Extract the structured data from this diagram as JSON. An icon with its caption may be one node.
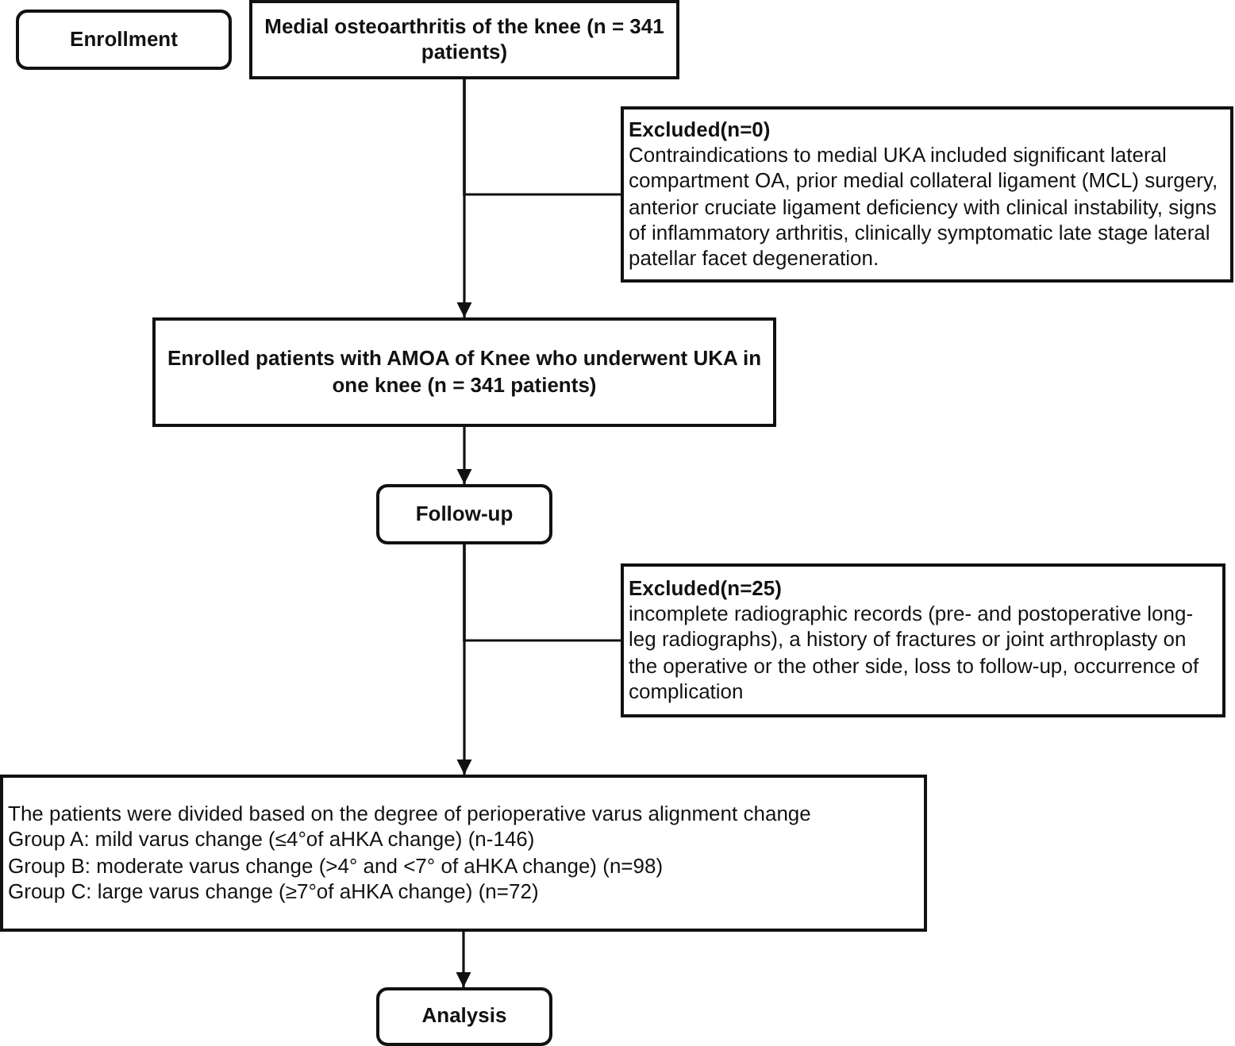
{
  "diagram": {
    "nodes": [
      {
        "text": [
          "Enrollment"
        ]
      },
      {
        "text": [
          "Medial osteoarthritis of the knee (n = 341 patients)"
        ]
      },
      {
        "text": [
          "Excluded(n=0)",
          "Contraindications to medial UKA included significant lateral compartment OA, prior medial collateral ligament (MCL) surgery, anterior cruciate ligament deficiency with clinical instability, signs of inflammatory arthritis, clinically symptomatic late stage lateral patellar facet degeneration."
        ]
      },
      {
        "text": [
          "Enrolled patients with AMOA of Knee who underwent UKA in one knee (n = 341 patients)"
        ]
      },
      {
        "text": [
          "Follow-up"
        ]
      },
      {
        "text": [
          "Excluded(n=25)",
          "incomplete radiographic records (pre- and postoperative long-leg radiographs), a history of fractures or joint arthroplasty on the operative or the other side, loss to follow-up, occurrence of complication"
        ]
      },
      {
        "text": [
          "The patients were divided based on the degree of perioperative varus alignment change",
          "Group A: mild varus change (≤4°of aHKA change) (n-146)",
          "Group B: moderate varus change (>4° and <7° of aHKA change) (n=98)",
          "Group C: large varus change (≥7°of aHKA change) (n=72)"
        ]
      },
      {
        "text": [
          "Analysis"
        ]
      }
    ],
    "edges": [
      {
        "from": 1,
        "to": 3,
        "arrow": "to"
      },
      {
        "from": 1,
        "to": 2,
        "arrow": "none"
      },
      {
        "from": 3,
        "to": 4,
        "arrow": "to"
      },
      {
        "from": 4,
        "to": 6,
        "arrow": "to"
      },
      {
        "from": 4,
        "to": 5,
        "arrow": "none"
      },
      {
        "from": 6,
        "to": 7,
        "arrow": "to"
      }
    ]
  }
}
